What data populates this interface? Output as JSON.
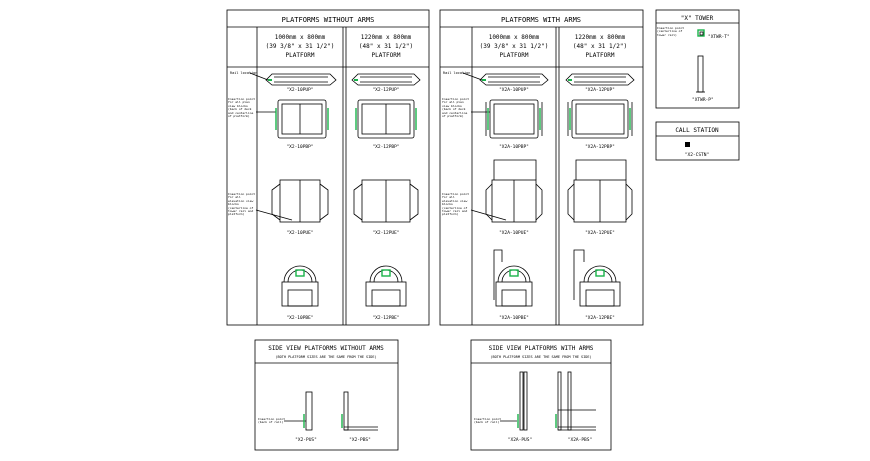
{
  "panel_left": {
    "title": "PLATFORMS WITHOUT ARMS",
    "col1": [
      "1000mm x 800mm",
      "(39 3/8\" x 31 1/2\")",
      "PLATFORM"
    ],
    "col2": [
      "1220mm x 800mm",
      "(48\" x 31 1/2\")",
      "PLATFORM"
    ],
    "labels_c1": [
      "\"X2-10PUP\"",
      "\"X2-10PBP\"",
      "\"X2-10PUE\"",
      "\"X2-10PBE\""
    ],
    "labels_c2": [
      "\"X2-12PUP\"",
      "\"X2-12PBP\"",
      "\"X2-12PUE\"",
      "\"X2-12PBE\""
    ],
    "notes": [
      "Rail location",
      "Insertion point for all plan view blocks (back of deck and centerline of platform)",
      "Insertion point for all elevation view blocks (centerline of tower rail and platform)"
    ]
  },
  "panel_right": {
    "title": "PLATFORMS WITH ARMS",
    "col1": [
      "1000mm x 800mm",
      "(39 3/8\" x 31 1/2\")",
      "PLATFORM"
    ],
    "col2": [
      "1220mm x 800mm",
      "(48\" x 31 1/2\")",
      "PLATFORM"
    ],
    "labels_c1": [
      "\"X2A-10PUP\"",
      "\"X2A-10PBP\"",
      "\"X2A-10PUE\"",
      "\"X2A-10PBE\""
    ],
    "labels_c2": [
      "\"X2A-12PUP\"",
      "\"X2A-12PBP\"",
      "\"X2A-12PUE\"",
      "\"X2A-12PBE\""
    ],
    "notes": [
      "Rail location",
      "Insertion point for all plan view blocks (back of deck and centerline of platform)",
      "Insertion point for all elevation view blocks (centerline of tower rail and platform)"
    ]
  },
  "tower": {
    "title": "\"X\" TOWER",
    "note": "Insertion point (centerline of tower rail)",
    "label1": "\"XTWR-T\"",
    "label2": "\"XTWR-P\""
  },
  "call_station": {
    "title": "CALL STATION",
    "label": "\"X2-CSTN\""
  },
  "side_left": {
    "title": "SIDE VIEW PLATFORMS WITHOUT ARMS",
    "subtitle": "(BOTH PLATFORM SIZES ARE THE SAME FROM THE SIDE)",
    "note": "Insertion point (back of rail)",
    "label1": "\"X2-PUS\"",
    "label2": "\"X2-PBS\""
  },
  "side_right": {
    "title": "SIDE VIEW PLATFORMS WITH ARMS",
    "subtitle": "(BOTH PLATFORM SIZES ARE THE SAME FROM THE SIDE)",
    "note": "Insertion point (back of rail)",
    "label1": "\"X2A-PUS\"",
    "label2": "\"X2A-PBS\""
  },
  "colors": {
    "line": "#000000",
    "marker": "#19b34a"
  }
}
